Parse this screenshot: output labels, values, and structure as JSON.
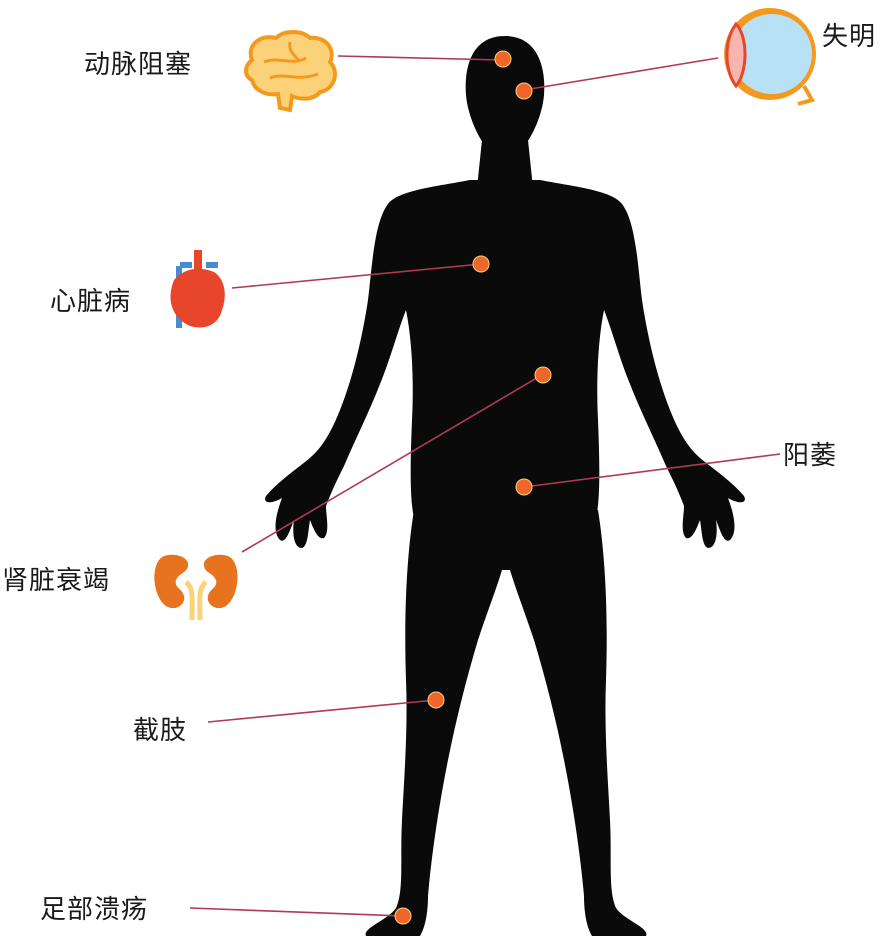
{
  "colors": {
    "silhouette": "#0a0a0a",
    "marker": "#f0662a",
    "leader_line": "#b03a55",
    "organ_orange": "#f39a1e",
    "organ_light": "#fbd27a",
    "heart_red": "#e8462a",
    "eye_blue": "#b9e1f5"
  },
  "labels": {
    "artery": "动脉阻塞",
    "blindness": "失明",
    "heart": "心脏病",
    "ed": "阳萎",
    "kidney": "肾脏衰竭",
    "amputation": "截肢",
    "ulcer": "足部溃疡"
  },
  "icons": [
    "brain-icon",
    "eye-icon",
    "heart-icon",
    "kidney-icon"
  ]
}
